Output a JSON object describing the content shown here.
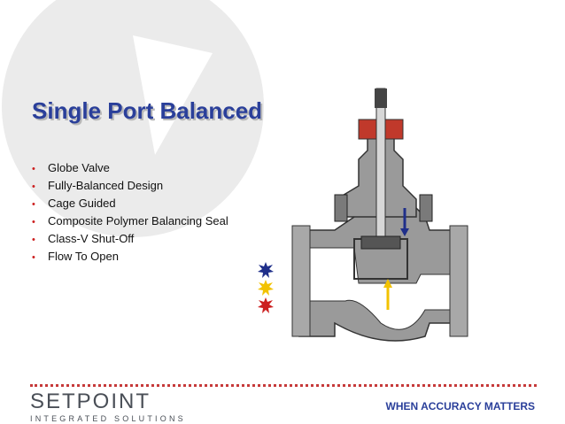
{
  "slide": {
    "title": "Single Port Balanced",
    "bullets": [
      "Globe Valve",
      "Fully-Balanced Design",
      "Cage Guided",
      "Composite Polymer Balancing Seal",
      "Class-V Shut-Off",
      "Flow To Open"
    ],
    "bullet_glyph": "•"
  },
  "footer": {
    "brand_name": "SETPOINT",
    "brand_subtitle": "INTEGRATED SOLUTIONS",
    "tagline": "WHEN ACCURACY MATTERS"
  },
  "colors": {
    "title": "#2a3f9a",
    "bullet": "#cc1f1f",
    "divider": "#c63a3a",
    "valve_body": "#9a9a9a",
    "bonnet_red": "#c0392b",
    "flow_arrow": "#f2c200",
    "stem_arrow": "#1f2f8a"
  },
  "icons": [
    "blue-splat-icon",
    "yellow-splat-icon",
    "red-splat-icon"
  ]
}
